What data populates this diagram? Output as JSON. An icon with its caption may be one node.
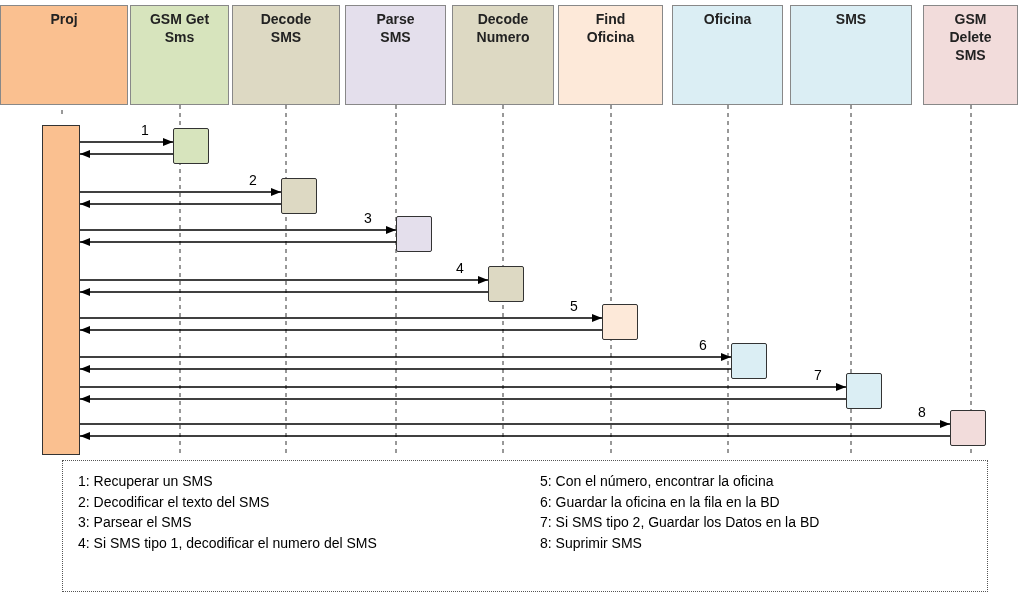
{
  "diagram": {
    "nodes": [
      {
        "text": [
          "Proj"
        ]
      },
      {
        "text": [
          "GSM Get Sms"
        ]
      },
      {
        "text": [
          "Decode SMS"
        ]
      },
      {
        "text": [
          "Parse SMS"
        ]
      },
      {
        "text": [
          "Decode Numero"
        ]
      },
      {
        "text": [
          "Find Oficina"
        ]
      },
      {
        "text": [
          "Oficina"
        ]
      },
      {
        "text": [
          "SMS"
        ]
      },
      {
        "text": [
          "GSM Delete SMS"
        ]
      },
      {
        "text": [],
        "shape": "bar"
      },
      {
        "text": [],
        "shape": "box"
      },
      {
        "text": [],
        "shape": "box"
      },
      {
        "text": [],
        "shape": "box"
      },
      {
        "text": [],
        "shape": "box"
      },
      {
        "text": [],
        "shape": "box"
      },
      {
        "text": [],
        "shape": "box"
      },
      {
        "text": [],
        "shape": "box"
      },
      {
        "text": [],
        "shape": "box"
      }
    ],
    "edges": [
      {
        "from": 9,
        "to": 10,
        "arrow": "to",
        "label": "1"
      },
      {
        "from": 10,
        "to": 9,
        "arrow": "to"
      },
      {
        "from": 9,
        "to": 11,
        "arrow": "to",
        "label": "2"
      },
      {
        "from": 11,
        "to": 9,
        "arrow": "to"
      },
      {
        "from": 9,
        "to": 12,
        "arrow": "to",
        "label": "3"
      },
      {
        "from": 12,
        "to": 9,
        "arrow": "to"
      },
      {
        "from": 9,
        "to": 13,
        "arrow": "to",
        "label": "4"
      },
      {
        "from": 13,
        "to": 9,
        "arrow": "to"
      },
      {
        "from": 9,
        "to": 14,
        "arrow": "to",
        "label": "5"
      },
      {
        "from": 14,
        "to": 9,
        "arrow": "to"
      },
      {
        "from": 9,
        "to": 15,
        "arrow": "to",
        "label": "6"
      },
      {
        "from": 15,
        "to": 9,
        "arrow": "to"
      },
      {
        "from": 9,
        "to": 16,
        "arrow": "to",
        "label": "7"
      },
      {
        "from": 16,
        "to": 9,
        "arrow": "to"
      },
      {
        "from": 9,
        "to": 17,
        "arrow": "to",
        "label": "8"
      },
      {
        "from": 17,
        "to": 9,
        "arrow": "to"
      }
    ],
    "labels": [
      "1: Recuperar un SMS",
      "2: Decodificar el texto del SMS",
      "3: Parsear el SMS",
      "4: Si SMS tipo 1, decodificar el numero del SMS",
      "5: Con el número, encontrar la oficina",
      "6: Guardar la oficina en la fila en la BD",
      "7: Si SMS tipo 2, Guardar los Datos en la BD",
      "8: Suprimir SMS"
    ]
  }
}
